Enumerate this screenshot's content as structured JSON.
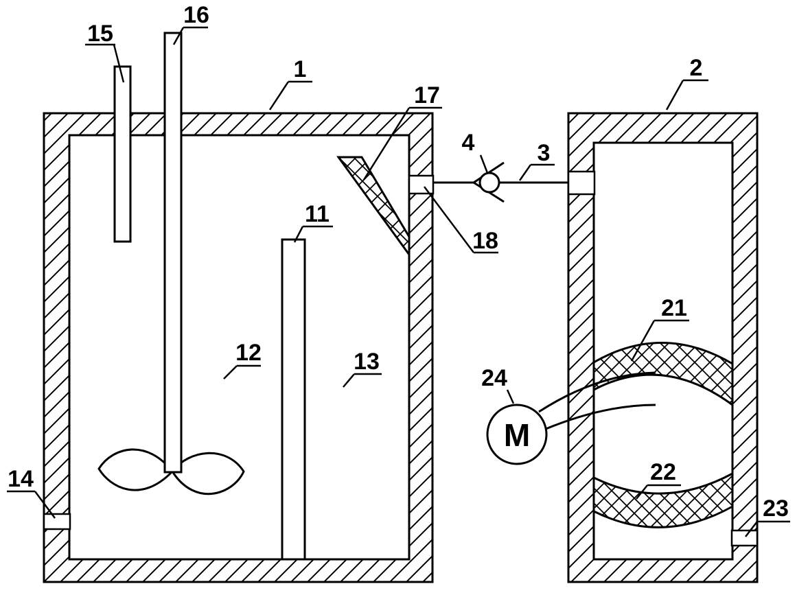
{
  "labels": {
    "l1": "1",
    "l2": "2",
    "l3": "3",
    "l4": "4",
    "l11": "11",
    "l12": "12",
    "l13": "13",
    "l14": "14",
    "l15": "15",
    "l16": "16",
    "l17": "17",
    "l18": "18",
    "l21": "21",
    "l22": "22",
    "l23": "23",
    "l24": "24"
  },
  "motor": {
    "symbol": "M"
  }
}
